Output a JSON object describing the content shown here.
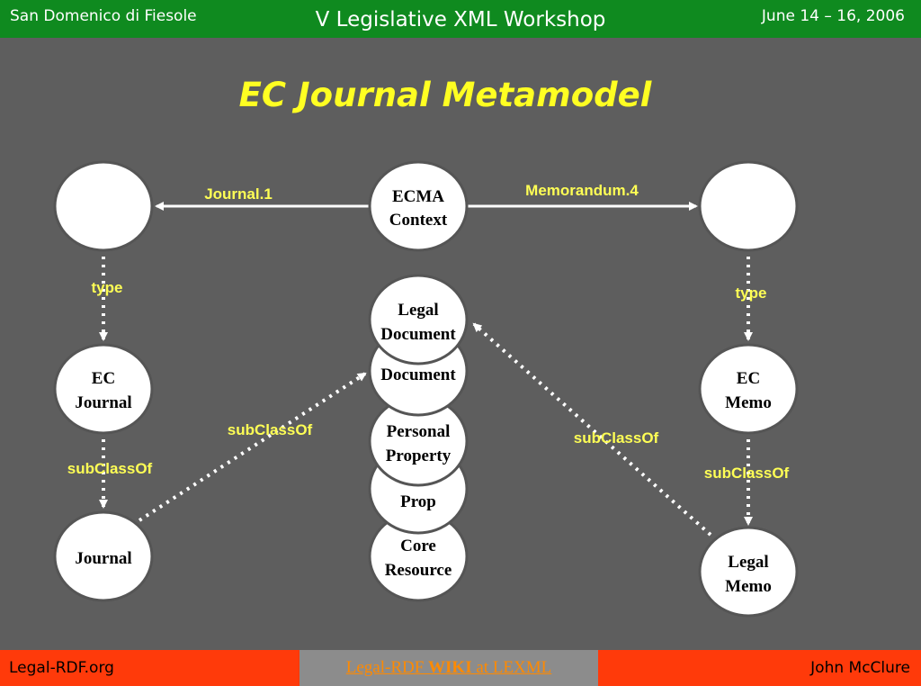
{
  "header": {
    "left": "San Domenico di Fiesole",
    "center": "V Legislative XML Workshop",
    "right": "June 14 – 16, 2006"
  },
  "title": "EC Journal Metamodel",
  "nodes": {
    "ecma_line1": "ECMA",
    "ecma_line2": "Context",
    "legal_doc_line1": "Legal",
    "legal_doc_line2": "Document",
    "document": "Document",
    "personal_prop_line1": "Personal",
    "personal_prop_line2": "Property",
    "prop": "Prop",
    "core_res_line1": "Core",
    "core_res_line2": "Resource",
    "ec_journal_line1": "EC",
    "ec_journal_line2": "Journal",
    "journal": "Journal",
    "ec_memo_line1": "EC",
    "ec_memo_line2": "Memo",
    "legal_memo_line1": "Legal",
    "legal_memo_line2": "Memo"
  },
  "edges": {
    "journal_1": "Journal.1",
    "memorandum_4": "Memorandum.4",
    "type_left": "type",
    "type_right": "type",
    "subclass_left_vertical": "subClassOf",
    "subclass_left_diagonal": "subClassOf",
    "subclass_right_diagonal": "subClassOf",
    "subclass_right_vertical": "subClassOf"
  },
  "footer": {
    "left": "Legal-RDF.org",
    "link_part1": "Legal-RDF ",
    "link_bold": "WIKI",
    "link_part2": " at LEXML",
    "right": "John McClure"
  },
  "colors": {
    "header_bg": "#0f8a1f",
    "slide_bg": "#5e5e5e",
    "title": "#ffff22",
    "edge_label": "#ffff55",
    "footer_bg": "#ff3a0a",
    "link_box_bg": "#8c8c8c",
    "link_text": "#ff8a00"
  }
}
